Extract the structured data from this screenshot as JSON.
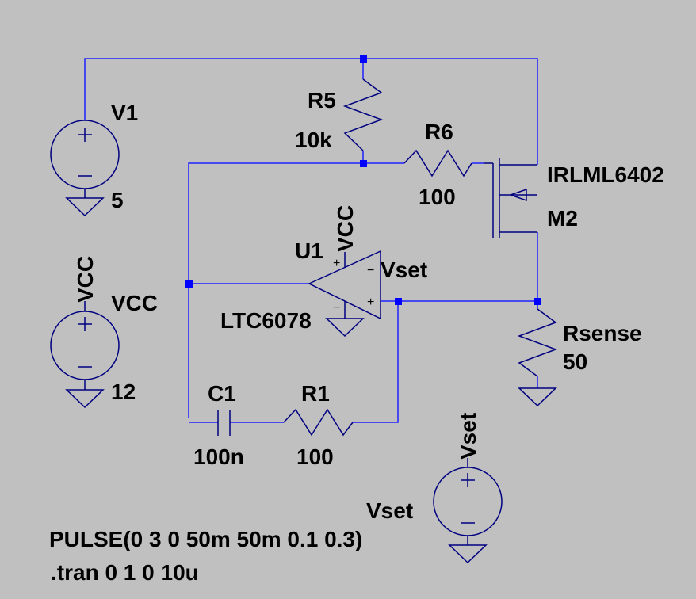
{
  "colors": {
    "background": "#c0c0c0",
    "wire": "#2020ff",
    "symbol": "#000080",
    "junction": "#0000ff",
    "text": "#000000"
  },
  "components": {
    "v1": {
      "name": "V1",
      "value": "5"
    },
    "vcc_source": {
      "net": "VCC",
      "name": "VCC",
      "value": "12"
    },
    "vset_source": {
      "net": "Vset",
      "name": "Vset",
      "value": "PULSE(0 3 0 50m 50m 0.1 0.3)"
    },
    "r5": {
      "name": "R5",
      "value": "10k"
    },
    "r6": {
      "name": "R6",
      "value": "100"
    },
    "m2": {
      "name": "M2",
      "model": "IRLML6402"
    },
    "u1": {
      "name": "U1",
      "model": "LTC6078",
      "supply_net": "VCC",
      "input_net": "Vset"
    },
    "rsense": {
      "name": "Rsense",
      "value": "50"
    },
    "c1": {
      "name": "C1",
      "value": "100n"
    },
    "r1": {
      "name": "R1",
      "value": "100"
    }
  },
  "directives": {
    "tran": ".tran 0 1 0 10u"
  }
}
